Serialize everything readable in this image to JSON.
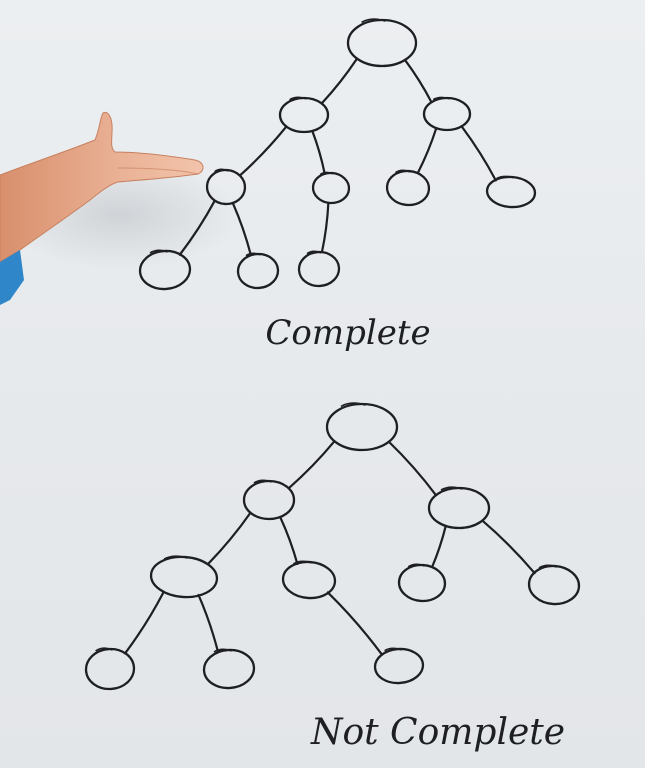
{
  "trees": [
    {
      "id": "complete",
      "caption": "Complete",
      "edges": [
        [
          "root",
          "l"
        ],
        [
          "root",
          "r"
        ],
        [
          "l",
          "ll"
        ],
        [
          "l",
          "lr"
        ],
        [
          "r",
          "rl"
        ],
        [
          "r",
          "rr"
        ],
        [
          "ll",
          "lll"
        ],
        [
          "ll",
          "llr"
        ],
        [
          "lr",
          "lrl"
        ]
      ]
    },
    {
      "id": "not-complete",
      "caption": "Not Complete",
      "edges": [
        [
          "root",
          "l"
        ],
        [
          "root",
          "r"
        ],
        [
          "l",
          "ll"
        ],
        [
          "l",
          "lr"
        ],
        [
          "r",
          "rl"
        ],
        [
          "r",
          "rr"
        ],
        [
          "ll",
          "lll"
        ],
        [
          "ll",
          "llr"
        ],
        [
          "lr",
          "lrr"
        ]
      ]
    }
  ],
  "colors": {
    "ink": "#1e1f22",
    "board": "#e9ecee",
    "skin": "#e8a989",
    "sleeve": "#2f86c8"
  }
}
